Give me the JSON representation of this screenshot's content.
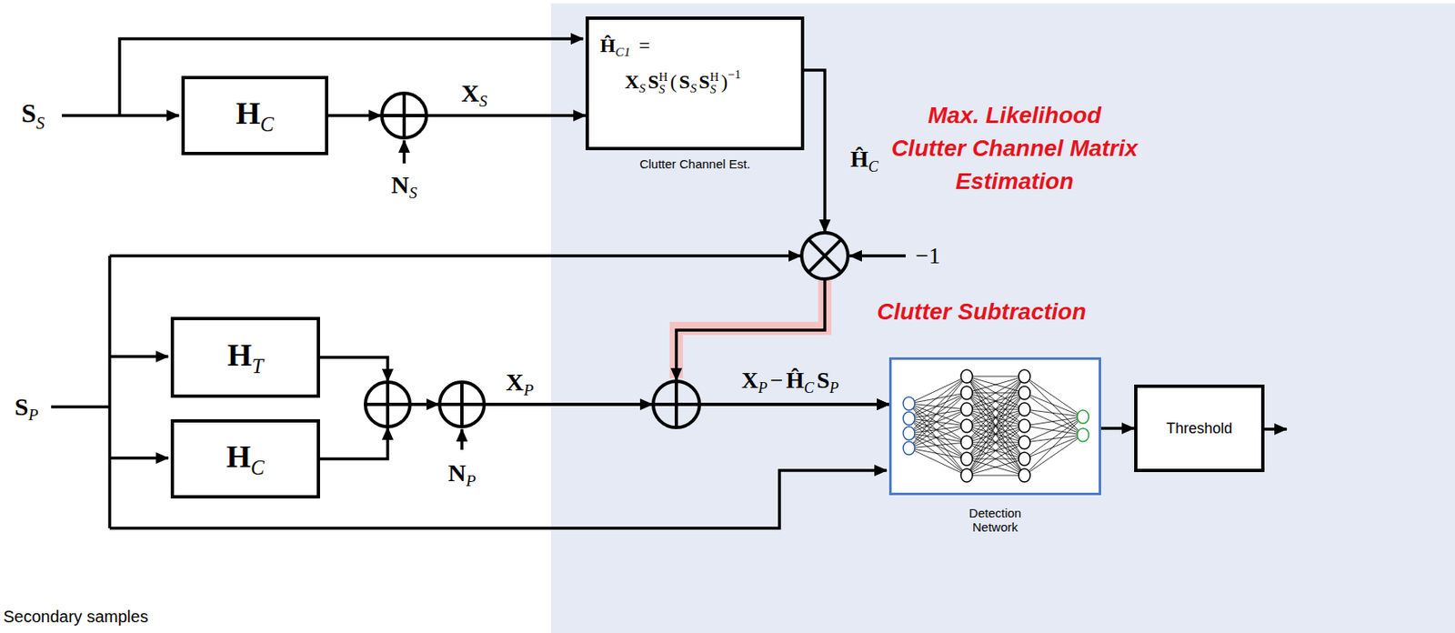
{
  "diagram": {
    "nodes": [
      {
        "text": [
          "H",
          "C"
        ]
      },
      {
        "text": [
          "Ĥ",
          "C1",
          "=",
          "X",
          "S",
          "S",
          "S",
          "H",
          "(",
          "S",
          "S",
          "S",
          "S",
          "H",
          ")",
          "−1",
          "Clutter Channel Est."
        ]
      },
      {
        "text": [
          "H",
          "T"
        ]
      },
      {
        "text": [
          "H",
          "C"
        ]
      },
      {
        "text": [
          "Detection Network"
        ]
      },
      {
        "text": [
          "Threshold"
        ]
      }
    ],
    "edges": [
      {
        "from": 0,
        "to": 1,
        "arrow": "to"
      },
      {
        "from": 1,
        "to": 4,
        "arrow": "to"
      },
      {
        "from": 2,
        "to": 4,
        "arrow": "to"
      },
      {
        "from": 3,
        "to": 4,
        "arrow": "to"
      },
      {
        "from": 4,
        "to": 5,
        "arrow": "to"
      }
    ],
    "labels": [
      "S",
      "S",
      "X",
      "S",
      "N",
      "S",
      "Max. Likelihood Clutter Channel Matrix Estimation",
      "Ĥ",
      "C",
      "−1",
      "Clutter Subtraction",
      "X",
      "P",
      "N",
      "P",
      "S",
      "P",
      "X",
      "P",
      "−",
      "Ĥ",
      "C",
      "S",
      "P",
      "Secondary samples"
    ]
  }
}
